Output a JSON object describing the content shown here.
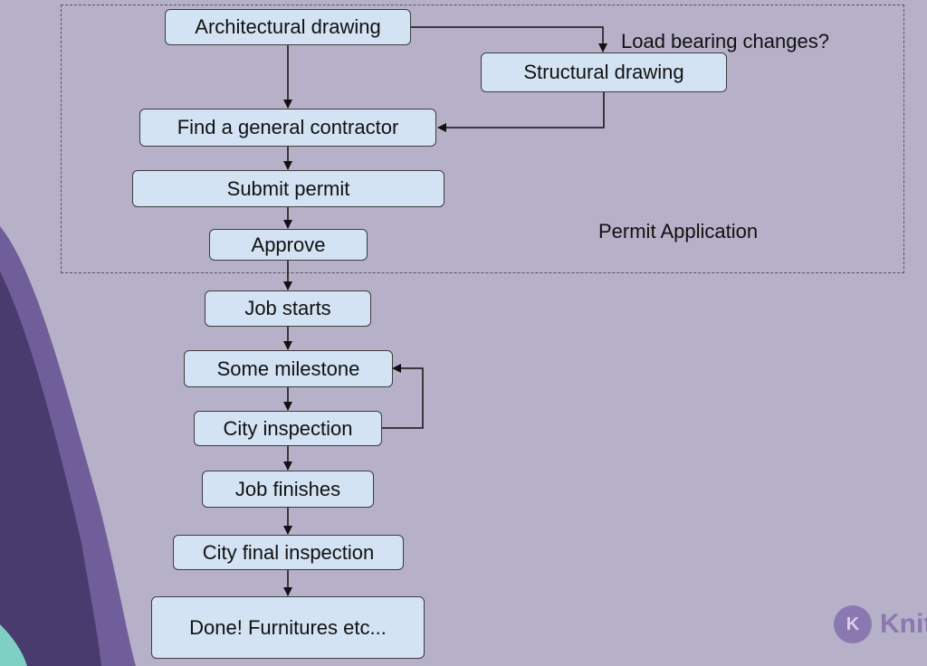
{
  "diagram": {
    "group_label": "Permit Application",
    "nodes": {
      "architectural_drawing": "Architectural drawing",
      "structural_drawing": "Structural drawing",
      "find_contractor": "Find a general contractor",
      "submit_permit": "Submit permit",
      "approve": "Approve",
      "job_starts": "Job starts",
      "some_milestone": "Some milestone",
      "city_inspection": "City inspection",
      "job_finishes": "Job finishes",
      "city_final_inspection": "City final inspection",
      "done": "Done! Furnitures etc..."
    },
    "edge_labels": {
      "load_bearing": "Load bearing changes?"
    },
    "edges": [
      {
        "from": "architectural_drawing",
        "to": "structural_drawing",
        "label": "load_bearing"
      },
      {
        "from": "architectural_drawing",
        "to": "find_contractor"
      },
      {
        "from": "structural_drawing",
        "to": "find_contractor"
      },
      {
        "from": "find_contractor",
        "to": "submit_permit"
      },
      {
        "from": "submit_permit",
        "to": "approve"
      },
      {
        "from": "approve",
        "to": "job_starts"
      },
      {
        "from": "job_starts",
        "to": "some_milestone"
      },
      {
        "from": "some_milestone",
        "to": "city_inspection"
      },
      {
        "from": "city_inspection",
        "to": "some_milestone"
      },
      {
        "from": "city_inspection",
        "to": "job_finishes"
      },
      {
        "from": "job_finishes",
        "to": "city_final_inspection"
      },
      {
        "from": "city_final_inspection",
        "to": "done"
      }
    ]
  },
  "logo": {
    "text": "Knit",
    "mark": "K"
  },
  "colors": {
    "background": "#b7b0c9",
    "node_fill": "#d3e3f4",
    "node_border": "#3d3d3d",
    "logo": "#8a78b0",
    "side_shape_dark": "#5a4a80",
    "side_shape_teal": "#7fd0c4"
  }
}
